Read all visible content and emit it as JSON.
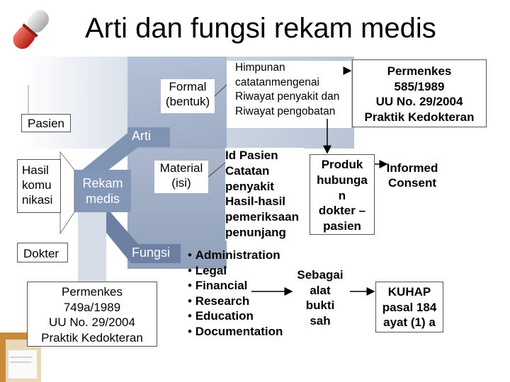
{
  "title": "Arti dan fungsi rekam medis",
  "icons": {
    "pill": "pill-capsule-icon",
    "bottle": "medicine-bottle-icon"
  },
  "colors": {
    "band": "#7f93b3",
    "band_dark": "#5c7093",
    "fungsi_text": "#ffffff"
  },
  "nodes": {
    "pasien": "Pasien",
    "hasil": [
      "Hasil",
      "komu",
      "nikasi"
    ],
    "dokter": "Dokter",
    "rekam": [
      "Rekam",
      "medis"
    ],
    "arti": "Arti",
    "fungsi": "Fungsi",
    "formal": [
      "Formal",
      "(bentuk)"
    ],
    "material": [
      "Material",
      "(isi)"
    ],
    "himpunan": [
      "Himpunan",
      "catatanmengenai",
      "Riwayat penyakit dan",
      "Riwayat pengobatan"
    ],
    "permenkes_top": [
      "Permenkes",
      "585/1989",
      "UU No. 29/2004",
      "Praktik Kedokteran"
    ],
    "idpasien": [
      "Id Pasien",
      "Catatan",
      "penyakit",
      "Hasil-hasil",
      "pemeriksaan",
      "penunjang"
    ],
    "produk": [
      "Produk",
      "hubunga",
      "n",
      "dokter –",
      "pasien"
    ],
    "informed": [
      "Informed",
      "Consent"
    ],
    "permenkes_bottom": [
      "Permenkes",
      "749a/1989",
      "UU No. 29/2004",
      "Praktik Kedokteran"
    ],
    "fungsi_list": [
      "Administration",
      "Legal",
      "Financial",
      "Research",
      "Education",
      "Documentation"
    ],
    "sebagai": [
      "Sebagai",
      "alat",
      "bukti",
      "sah"
    ],
    "kuhap": [
      "KUHAP",
      "pasal 184",
      "ayat (1) a"
    ]
  }
}
